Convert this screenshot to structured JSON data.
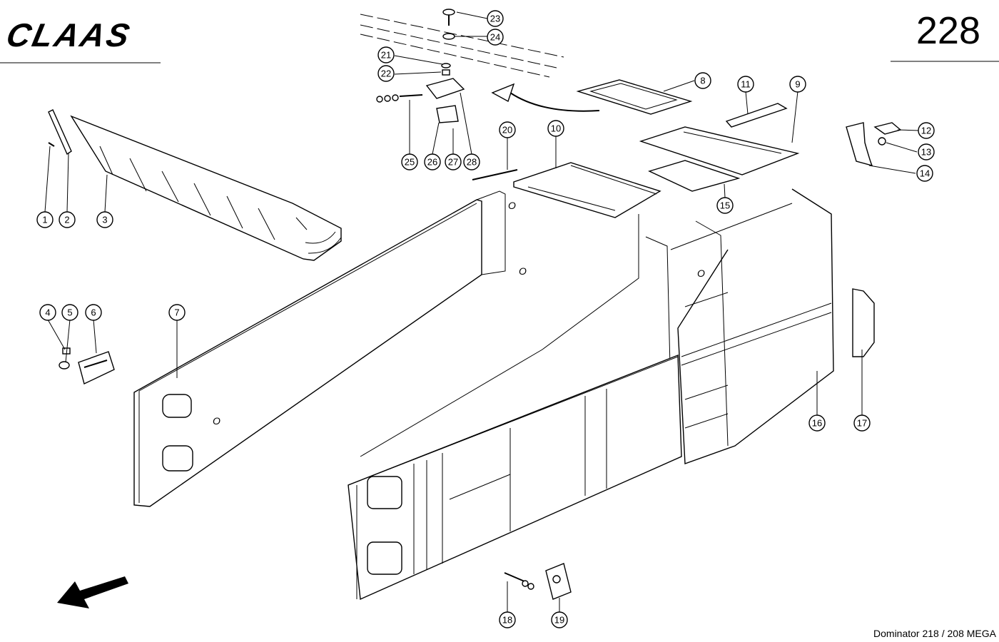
{
  "header": {
    "brand": "CLAAS",
    "page_number": "228"
  },
  "footer": {
    "model": "Dominator 218 / 208 MEGA"
  },
  "markings": {
    "mark_O": "O"
  },
  "callouts": [
    "1",
    "2",
    "3",
    "4",
    "5",
    "6",
    "7",
    "8",
    "9",
    "10",
    "11",
    "12",
    "13",
    "14",
    "15",
    "16",
    "17",
    "18",
    "19",
    "20",
    "21",
    "22",
    "23",
    "24",
    "25",
    "26",
    "27",
    "28"
  ]
}
